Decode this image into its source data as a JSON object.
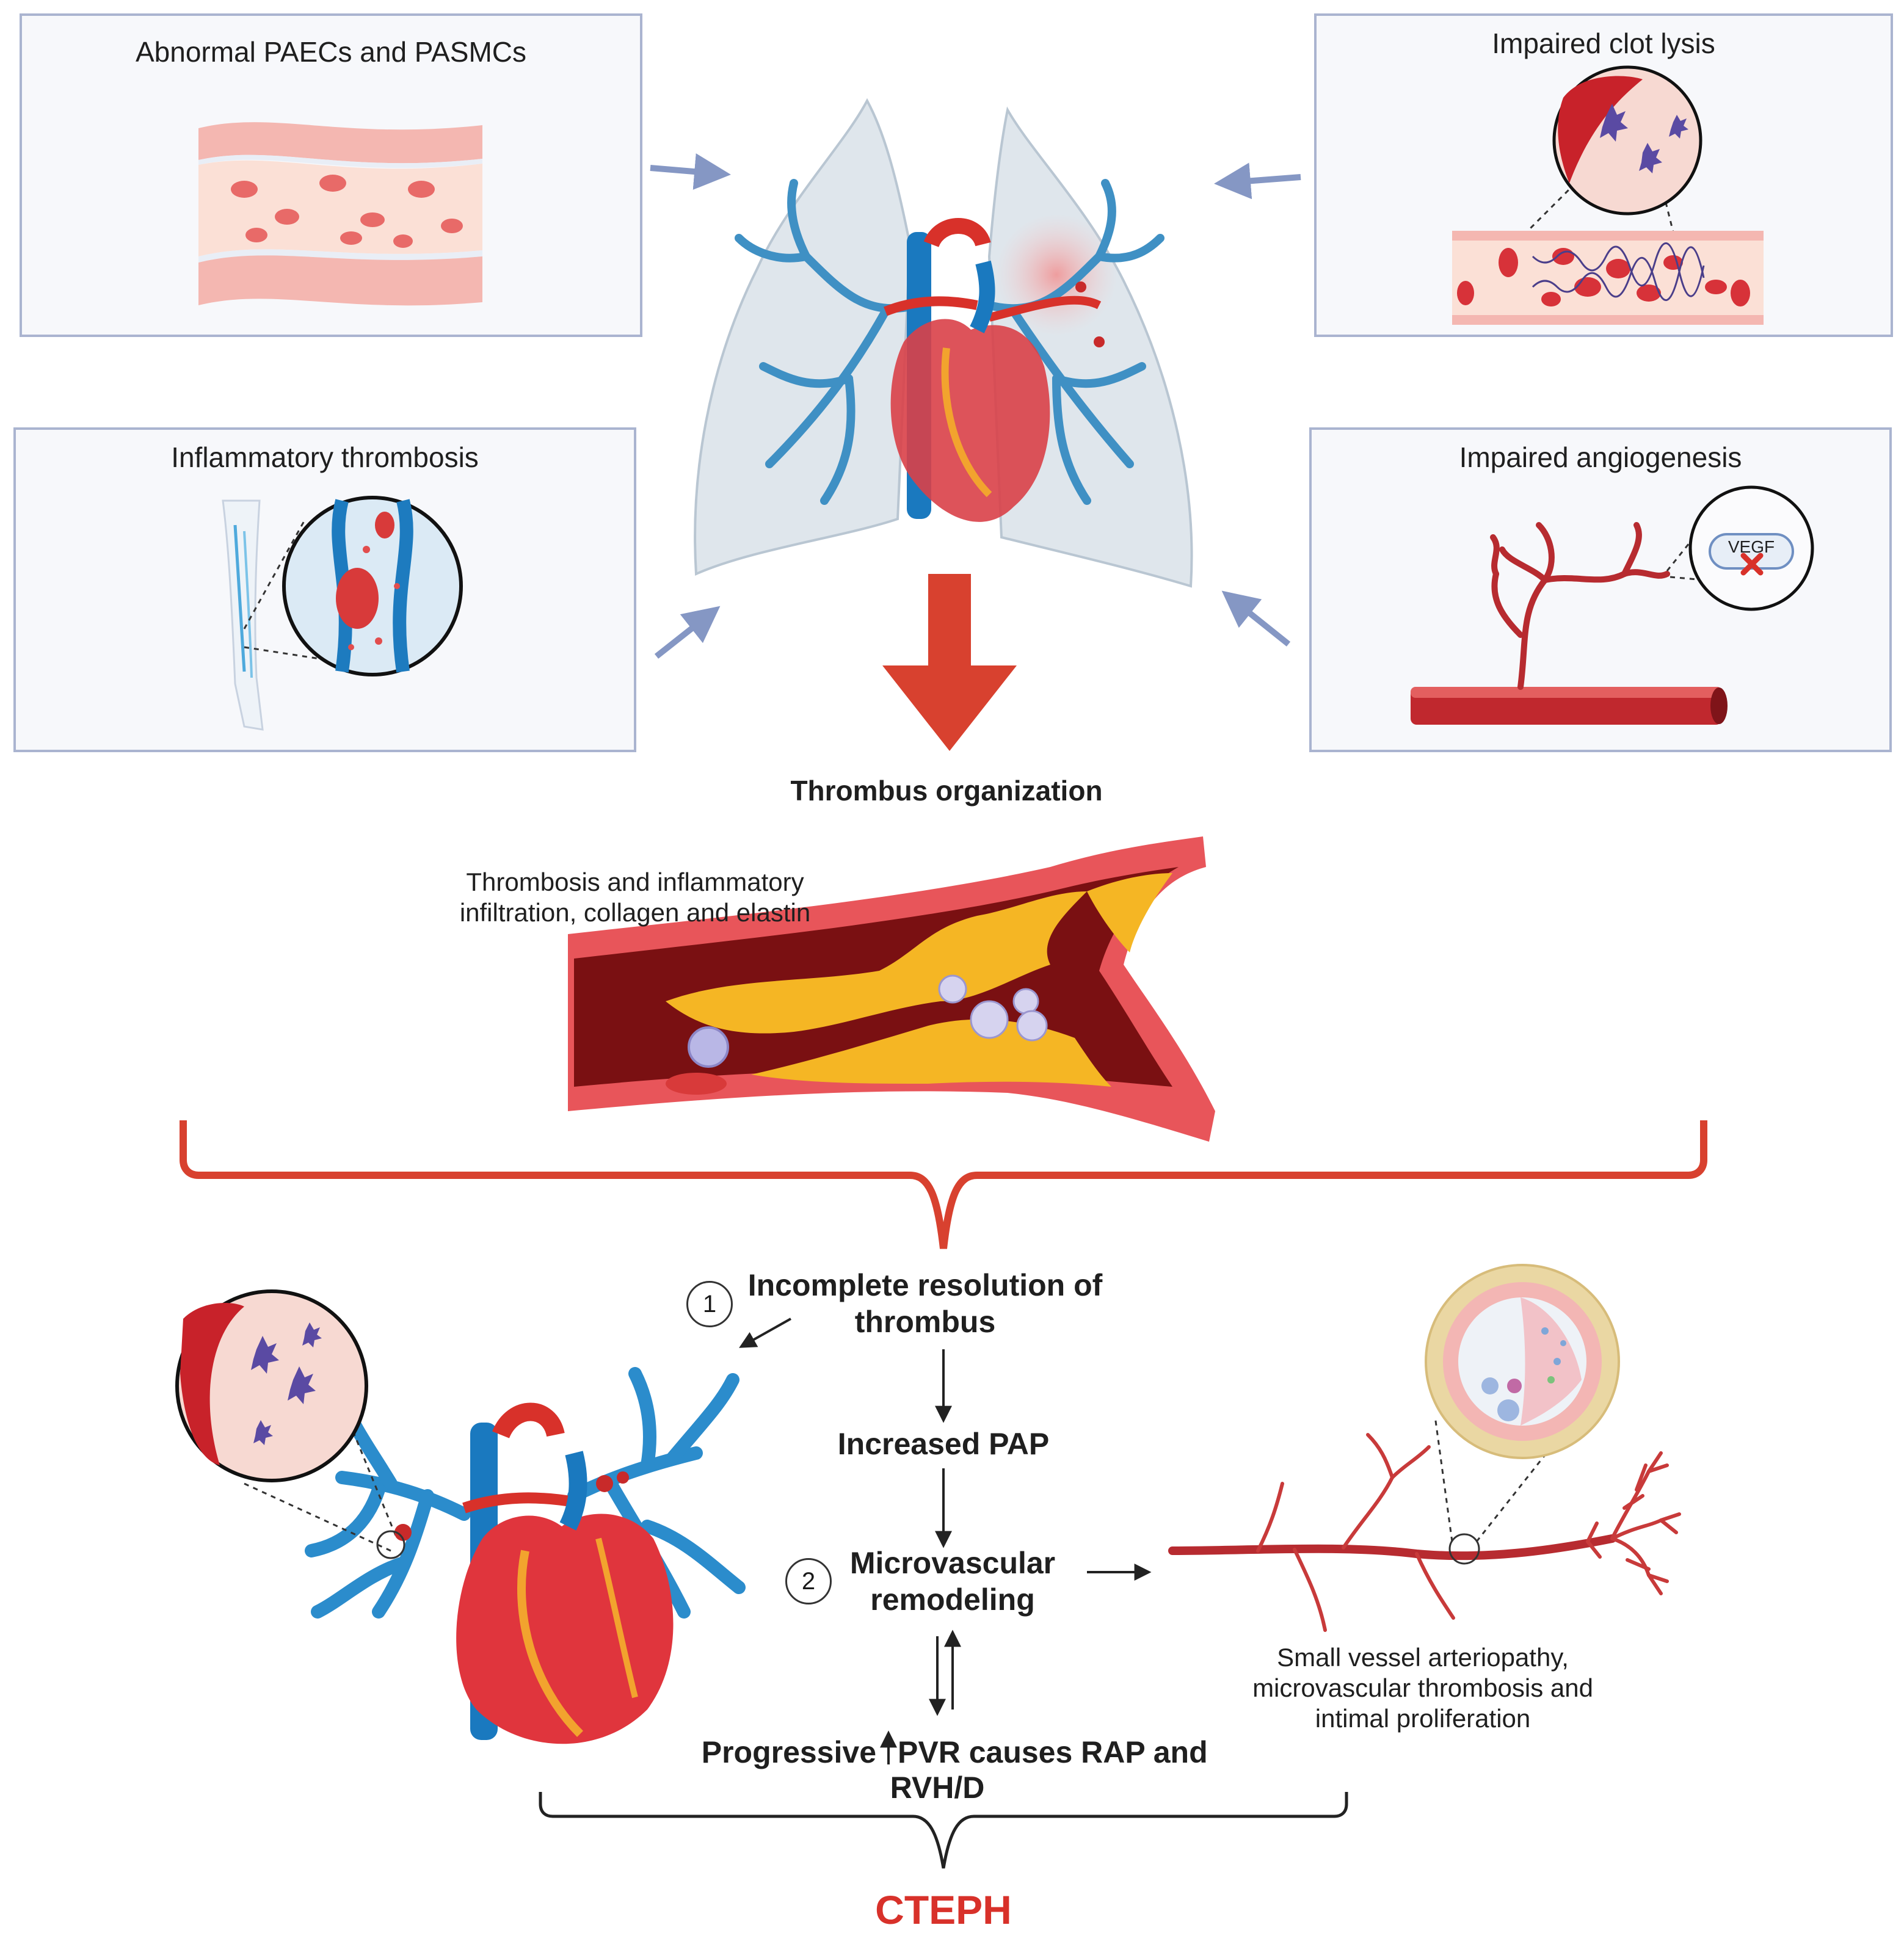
{
  "panels": {
    "top_left": {
      "title": "Abnormal PAECs and PASMCs"
    },
    "mid_left": {
      "title": "Inflammatory thrombosis"
    },
    "top_right": {
      "title": "Impaired clot lysis"
    },
    "mid_right": {
      "title": "Impaired angiogenesis",
      "badge": "VEGF"
    }
  },
  "center": {
    "organization_label": "Thrombus organization",
    "vessel_caption_line1": "Thrombosis and inflammatory",
    "vessel_caption_line2": "infiltration, collagen and elastin"
  },
  "flow": {
    "step1_number": "1",
    "step1_line1": "Incomplete resolution of",
    "step1_line2": "thrombus",
    "increased_pap": "Increased PAP",
    "step2_number": "2",
    "step2_line1": "Microvascular",
    "step2_line2": "remodeling",
    "progressive_line1_a": "Progressive",
    "progressive_line1_b": "PVR  causes RAP and",
    "progressive_line2": "RVH/D",
    "result": "CTEPH"
  },
  "right_caption": {
    "line1": "Small vessel arteriopathy,",
    "line2": "microvascular thrombosis and",
    "line3": "intimal proliferation"
  },
  "colors": {
    "panel_border": "#aab4d0",
    "accent_red": "#d8412f",
    "vessel_blue": "#2b8ccc",
    "heart_red": "#e0353d",
    "cteph_red": "#d8312a"
  }
}
